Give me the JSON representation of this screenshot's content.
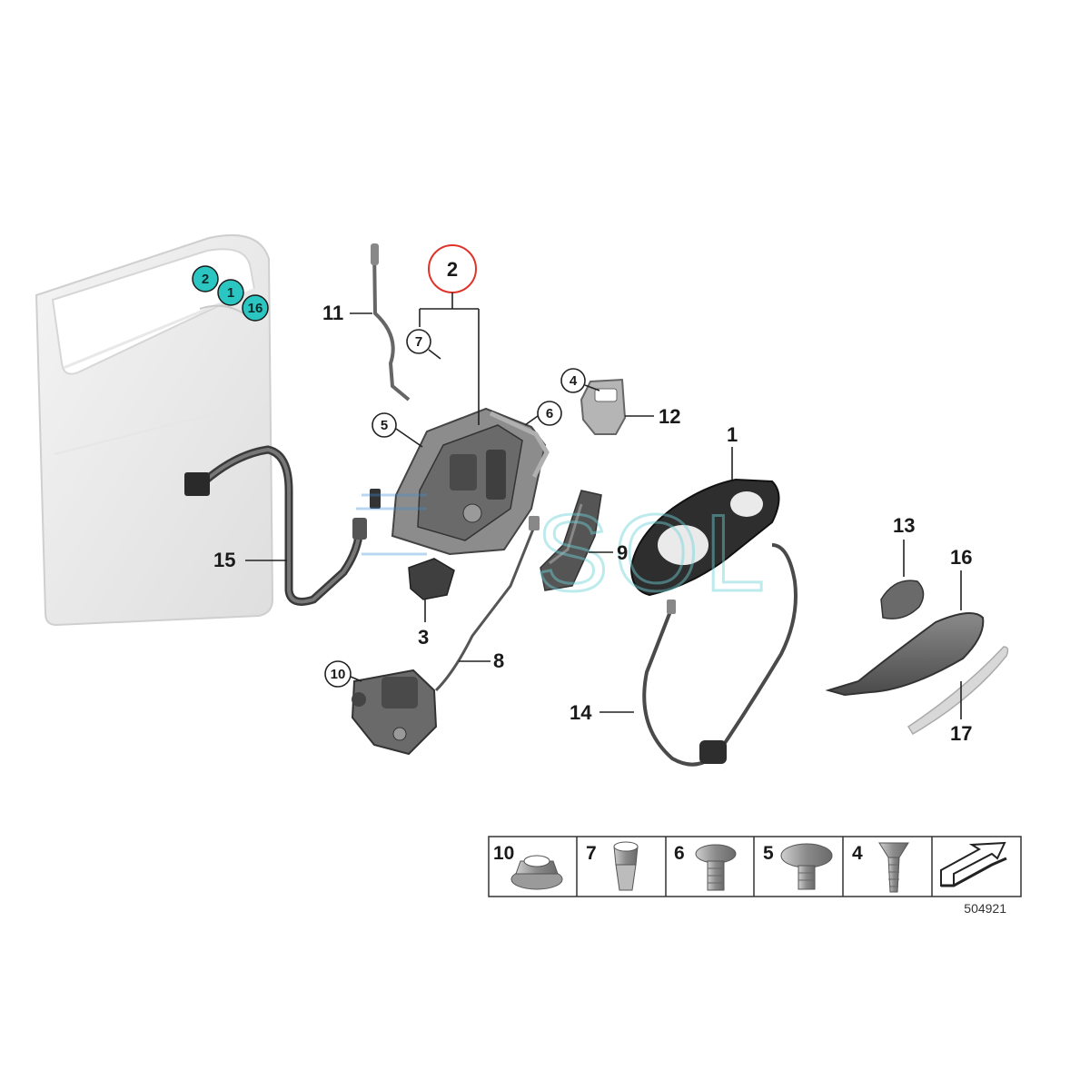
{
  "callouts": {
    "c1": "1",
    "c2": "2",
    "c3": "3",
    "c4": "4",
    "c5": "5",
    "c6": "6",
    "c7": "7",
    "c8": "8",
    "c9": "9",
    "c10": "10",
    "c11": "11",
    "c12": "12",
    "c13": "13",
    "c14": "14",
    "c15": "15",
    "c16": "16",
    "c17": "17"
  },
  "door_markers": {
    "m2": "2",
    "m1": "1",
    "m16": "16"
  },
  "watermark": "SOL",
  "hardware_table": {
    "items": [
      {
        "label": "10",
        "icon": "flange-nut-icon"
      },
      {
        "label": "7",
        "icon": "expanding-nut-icon"
      },
      {
        "label": "6",
        "icon": "torx-screw-icon"
      },
      {
        "label": "5",
        "icon": "collar-screw-icon"
      },
      {
        "label": "4",
        "icon": "countersunk-screw-icon"
      }
    ],
    "direction_icon": "forward-arrow-icon"
  },
  "reference_number": "504921",
  "colors": {
    "highlight_ring": "#e0322a",
    "door_marker": "#2cc6c2",
    "watermark": "#6fd3d8"
  }
}
